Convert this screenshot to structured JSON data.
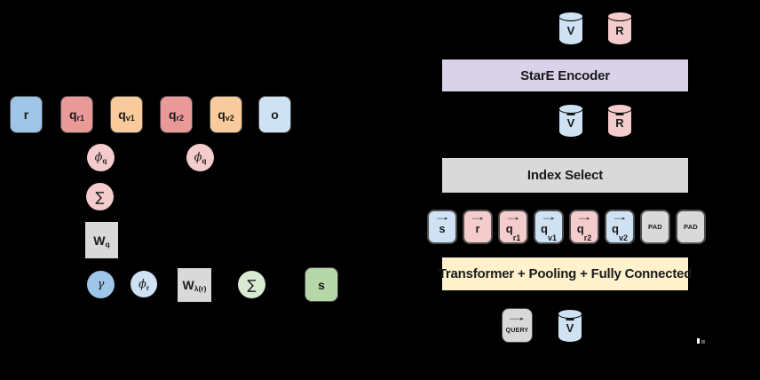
{
  "palette": {
    "blue": "#9fc5e8",
    "light_blue": "#cfe2f3",
    "red": "#ea9999",
    "pink": "#f4cccc",
    "orange": "#f9cb9c",
    "green": "#b6d7a8",
    "light_green": "#d9ead3",
    "gray": "#d9d9d9",
    "purple": "#d9d2e9",
    "yellow": "#fff2cc",
    "text": "#1a1a1a"
  },
  "icons": {
    "vector_arrow": "→"
  },
  "left": {
    "squares": [
      {
        "label": "r",
        "sub": "",
        "color": "blue"
      },
      {
        "label": "q",
        "sub": "r1",
        "color": "red"
      },
      {
        "label": "q",
        "sub": "v1",
        "color": "orange"
      },
      {
        "label": "q",
        "sub": "r2",
        "color": "red"
      },
      {
        "label": "q",
        "sub": "v2",
        "color": "orange"
      },
      {
        "label": "o",
        "sub": "",
        "color": "light_blue"
      }
    ],
    "phi_q1": {
      "label": "ϕ",
      "sub": "q",
      "color": "pink"
    },
    "phi_q2": {
      "label": "ϕ",
      "sub": "q",
      "color": "pink"
    },
    "sum_pink": {
      "label": "∑",
      "color": "pink"
    },
    "w_q": {
      "label": "W",
      "sub": "q",
      "color": "gray"
    },
    "gamma": {
      "label": "γ",
      "color": "blue"
    },
    "phi_r": {
      "label": "ϕ",
      "sub": "r",
      "color": "light_blue"
    },
    "w_lambda": {
      "label": "W",
      "sub": "λ(r)",
      "color": "gray"
    },
    "sum_green": {
      "label": "∑",
      "color": "light_green"
    },
    "s_box": {
      "label": "s",
      "color": "green"
    }
  },
  "right": {
    "cyl_v": {
      "label": "V",
      "bar": false,
      "color": "light_blue"
    },
    "cyl_r": {
      "label": "R",
      "bar": false,
      "color": "pink"
    },
    "stare_encoder": "StarE Encoder",
    "cyl_v_bar": {
      "label": "V",
      "bar": true,
      "color": "light_blue"
    },
    "cyl_r_bar": {
      "label": "R",
      "bar": true,
      "color": "pink"
    },
    "index_select": "Index Select",
    "sequence": [
      {
        "label": "s",
        "sub": "",
        "color": "light_blue",
        "arrow": true
      },
      {
        "label": "r",
        "sub": "",
        "color": "pink",
        "arrow": true
      },
      {
        "label": "q",
        "sub": "r1",
        "color": "pink",
        "arrow": true
      },
      {
        "label": "q",
        "sub": "v1",
        "color": "light_blue",
        "arrow": true
      },
      {
        "label": "q",
        "sub": "r2",
        "color": "pink",
        "arrow": true
      },
      {
        "label": "q",
        "sub": "v2",
        "color": "light_blue",
        "arrow": true
      },
      {
        "label": "PAD",
        "sub": "",
        "color": "gray",
        "arrow": false
      },
      {
        "label": "PAD",
        "sub": "",
        "color": "gray",
        "arrow": false
      }
    ],
    "transformer": "Transformer + Pooling + Fully Connected",
    "query_box": {
      "label": "QUERY",
      "arrow": true,
      "color": "gray"
    },
    "cyl_v_out": {
      "label": "V",
      "bar": true,
      "color": "light_blue"
    }
  }
}
